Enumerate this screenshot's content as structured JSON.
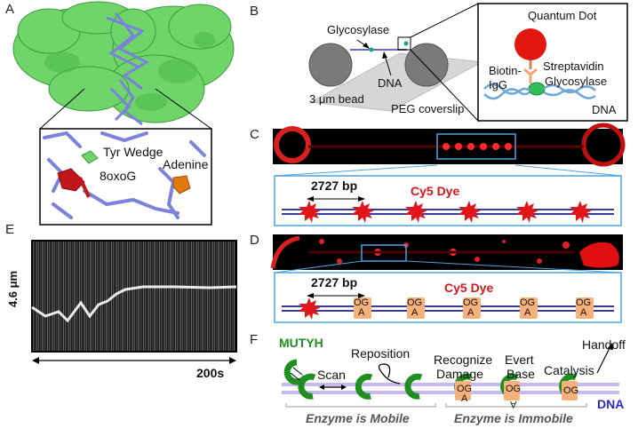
{
  "panels": {
    "a": "A",
    "b": "B",
    "c": "C",
    "d": "D",
    "e": "E",
    "f": "F"
  },
  "panel_a": {
    "tyr_wedge": "Tyr Wedge",
    "oxog": "8oxoG",
    "adenine": "Adenine"
  },
  "panel_b": {
    "glycosylase": "Glycosylase",
    "dna": "DNA",
    "bead": "3 μm bead",
    "coverslip": "PEG coverslip",
    "inset": {
      "quantum_dot": "Quantum Dot",
      "streptavidin": "Streptavidin",
      "biotin": "Biotin-",
      "igg": "IgG",
      "glycosylase": "Glycosylase",
      "dna": "DNA"
    }
  },
  "panel_c": {
    "spacing": "2727 bp",
    "dye": "Cy5 Dye"
  },
  "panel_d": {
    "spacing": "2727 bp",
    "dye": "Cy5 Dye",
    "og": "OG",
    "a": "A"
  },
  "panel_e": {
    "ylabel": "4.6 μm",
    "xlabel": "200s"
  },
  "panel_f": {
    "mutyh": "MUTYH",
    "scan": "Scan",
    "reposition": "Reposition",
    "recognize1": "Recognize",
    "recognize2": "Damage",
    "evert1": "Evert",
    "evert2": "Base",
    "catalysis": "Catalysis",
    "handoff": "Handoff",
    "dna": "DNA",
    "mobile": "Enzyme is Mobile",
    "immobile": "Enzyme is Immobile",
    "og": "OG",
    "a": "A"
  },
  "colors": {
    "protein": "#6fd56b",
    "dna": "#7b82d9",
    "oxog": "#c0161a",
    "adenine": "#e07a10",
    "dye": "#d8161b",
    "mutyh": "#1f8f1f",
    "dna_label": "#2a2ad0",
    "og_bg": "#f6b27a"
  }
}
